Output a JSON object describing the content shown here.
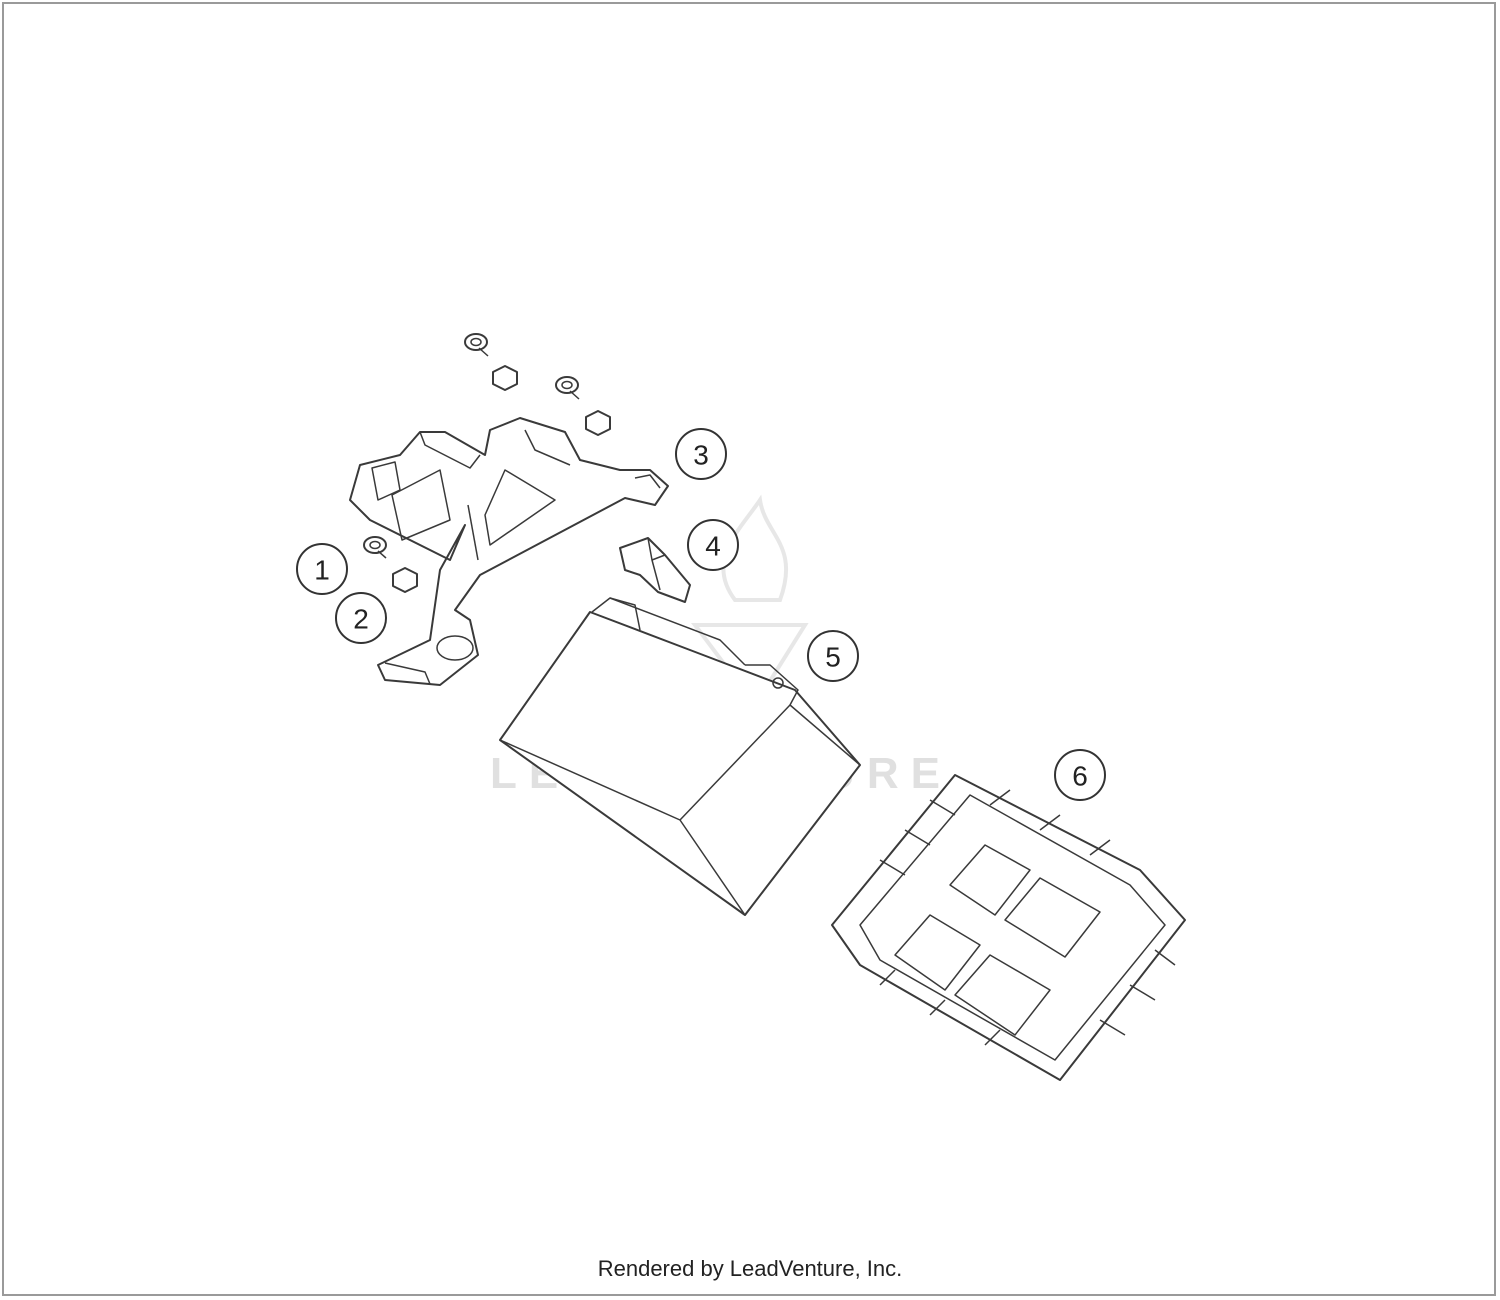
{
  "callouts": [
    {
      "number": "1"
    },
    {
      "number": "2"
    },
    {
      "number": "3"
    },
    {
      "number": "4"
    },
    {
      "number": "5"
    },
    {
      "number": "6"
    }
  ],
  "watermark": {
    "text": "LEADVENTURE"
  },
  "footer": {
    "credit": "Rendered by LeadVenture, Inc."
  },
  "colors": {
    "line": "#3a3a3a",
    "frame": "#9a9a9a",
    "watermark": "#d6d6d6"
  }
}
